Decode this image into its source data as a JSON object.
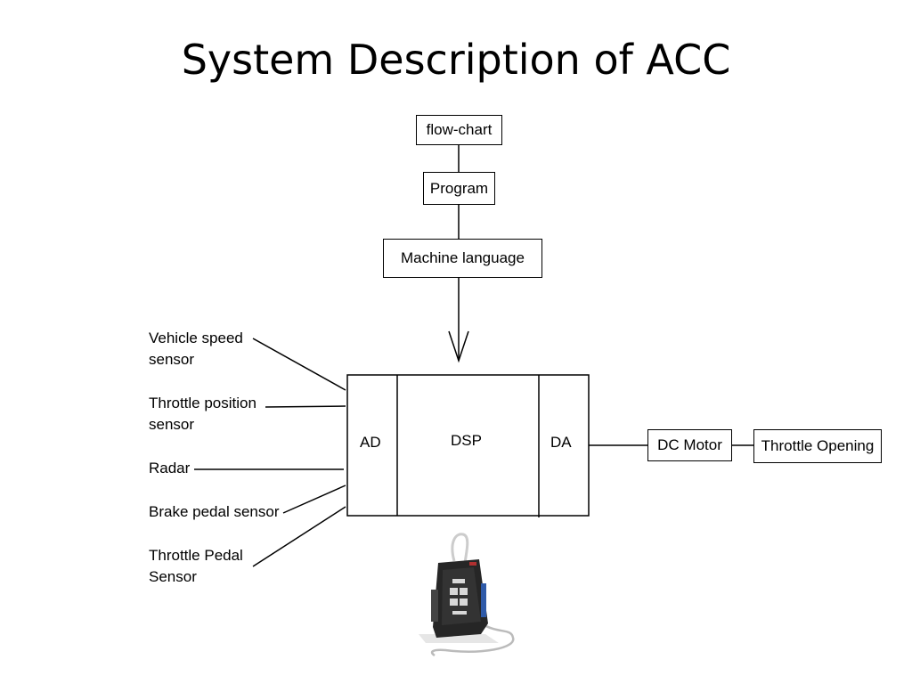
{
  "title": "System Description of ACC",
  "flow": {
    "flowchart": "flow-chart",
    "program": "Program",
    "machine_language": "Machine language"
  },
  "sensors": {
    "vehicle_speed": [
      "Vehicle speed",
      "sensor"
    ],
    "throttle_position": [
      "Throttle position",
      "sensor"
    ],
    "radar": "Radar",
    "brake_pedal": "Brake pedal sensor",
    "throttle_pedal": [
      "Throttle Pedal",
      "Sensor"
    ]
  },
  "processor": {
    "ad": "AD",
    "dsp": "DSP",
    "da": "DA"
  },
  "outputs": {
    "dc_motor": "DC Motor",
    "throttle_opening": "Throttle Opening"
  }
}
